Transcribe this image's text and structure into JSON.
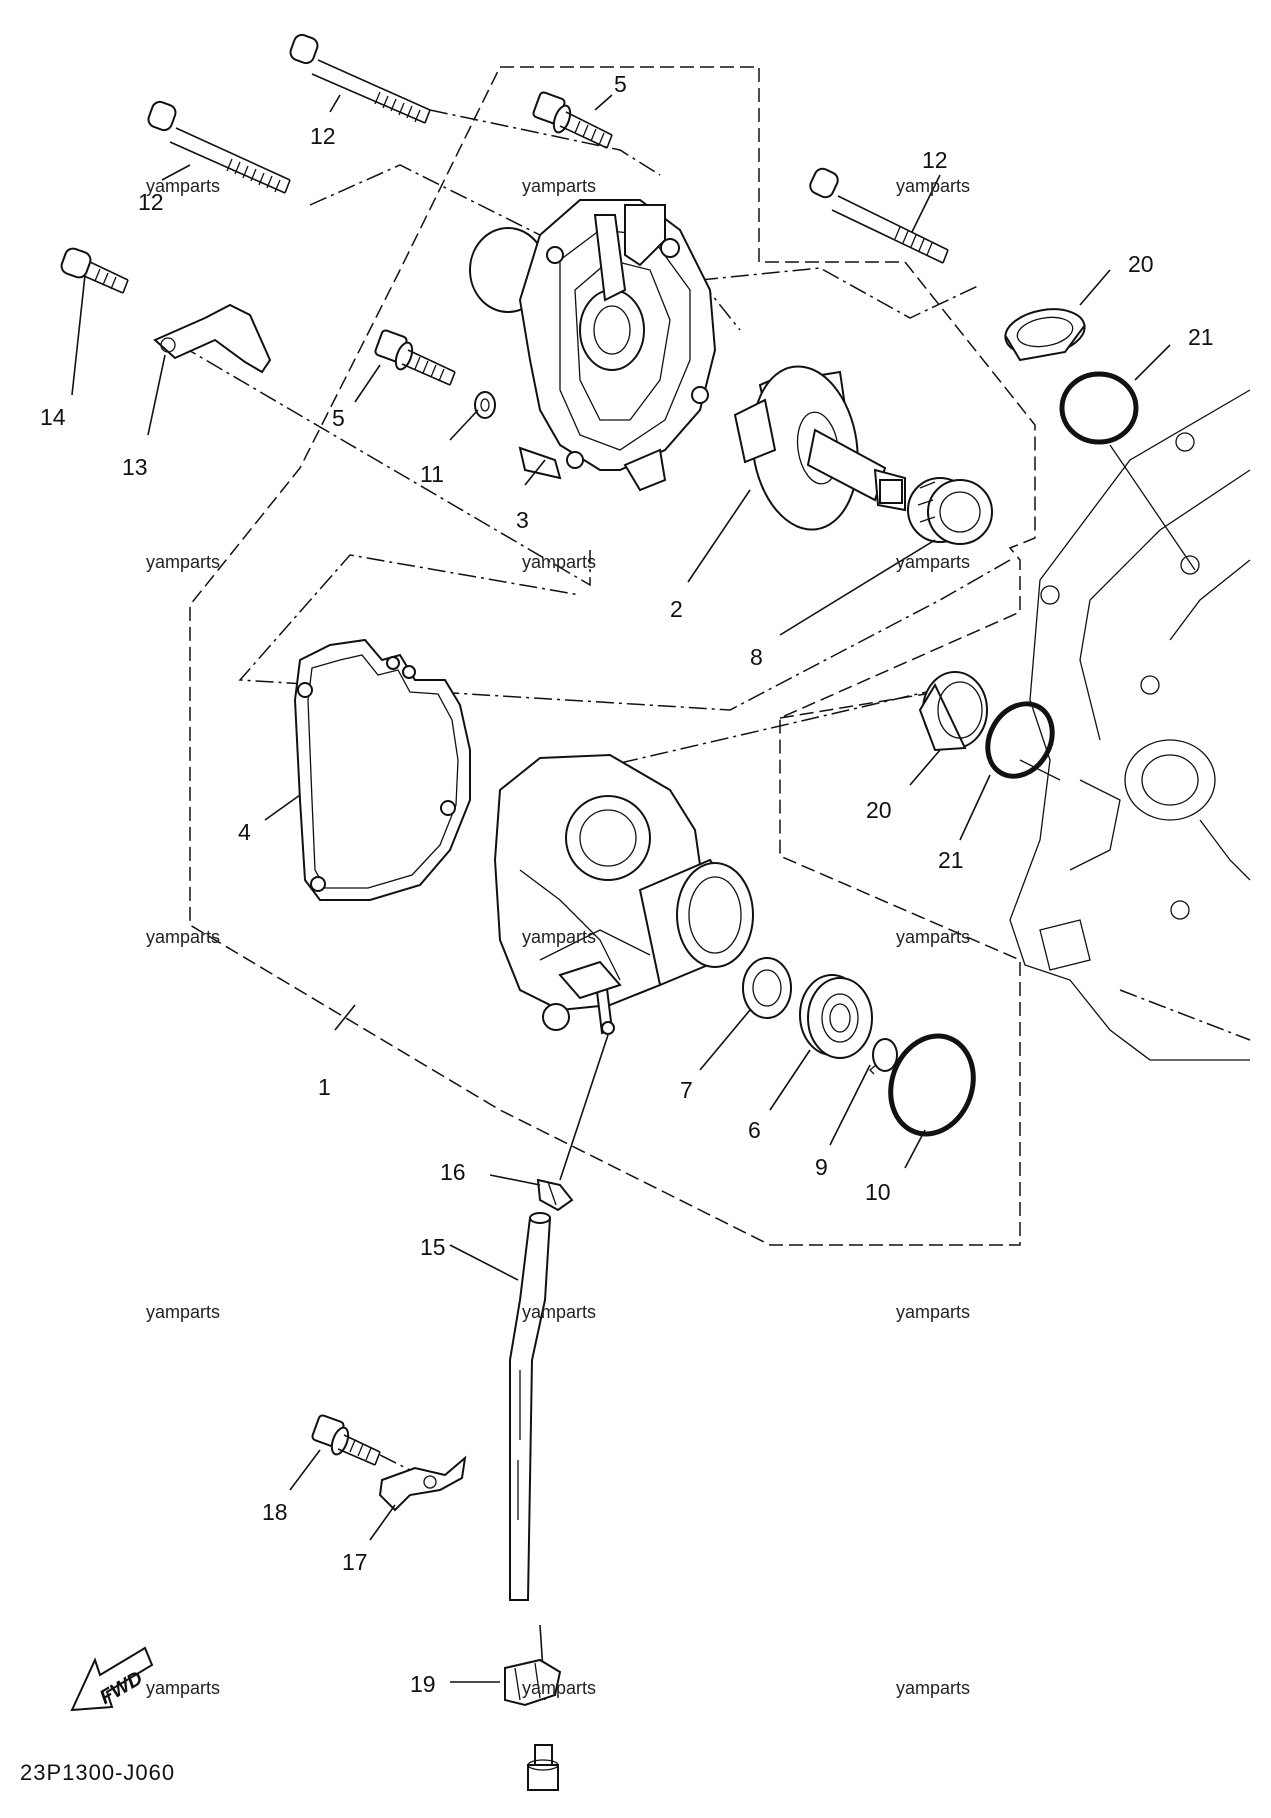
{
  "diagram": {
    "code": "23P1300-J060",
    "fwd_label": "FWD",
    "watermark": "yamparts",
    "callouts": {
      "c1": "1",
      "c2": "2",
      "c3": "3",
      "c4": "4",
      "c5a": "5",
      "c5b": "5",
      "c6": "6",
      "c7": "7",
      "c8": "8",
      "c9": "9",
      "c10": "10",
      "c11": "11",
      "c12a": "12",
      "c12b": "12",
      "c12c": "12",
      "c13": "13",
      "c14": "14",
      "c15": "15",
      "c16": "16",
      "c17": "17",
      "c18": "18",
      "c19": "19",
      "c20a": "20",
      "c20b": "20",
      "c21a": "21",
      "c21b": "21"
    }
  }
}
